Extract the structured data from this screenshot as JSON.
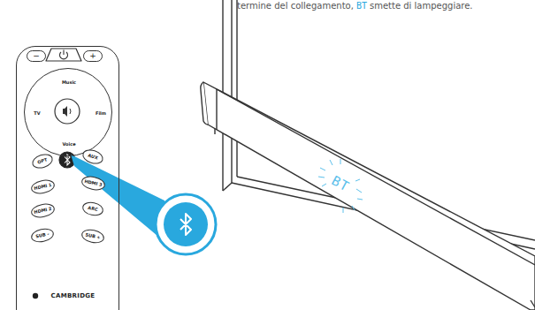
{
  "diagram": {
    "nodes": [
      {
        "text": [
          "CAMBRIDGE"
        ]
      },
      {
        "text": [
          "−"
        ],
        "in": 0
      },
      {
        "text": [
          "+"
        ],
        "in": 0
      },
      {
        "text": [
          "Music",
          "TV",
          "Film",
          "Voice"
        ],
        "in": 0
      },
      {
        "text": [
          "OPT"
        ],
        "in": 0
      },
      {
        "text": [
          "AUX"
        ],
        "in": 0
      },
      {
        "text": [
          "HDMI 1"
        ],
        "in": 0
      },
      {
        "text": [
          "HDMI 3"
        ],
        "in": 0
      },
      {
        "text": [
          "HDMI 2"
        ],
        "in": 0
      },
      {
        "text": [
          "ARC"
        ],
        "in": 0
      },
      {
        "text": [
          "SUB -"
        ],
        "in": 0
      },
      {
        "text": [
          "SUB +"
        ],
        "in": 0
      },
      {
        "text": [
          "BT"
        ]
      }
    ],
    "labels": [
      "termine del collegamento,",
      "BT",
      "smette di lampeggiare."
    ]
  }
}
